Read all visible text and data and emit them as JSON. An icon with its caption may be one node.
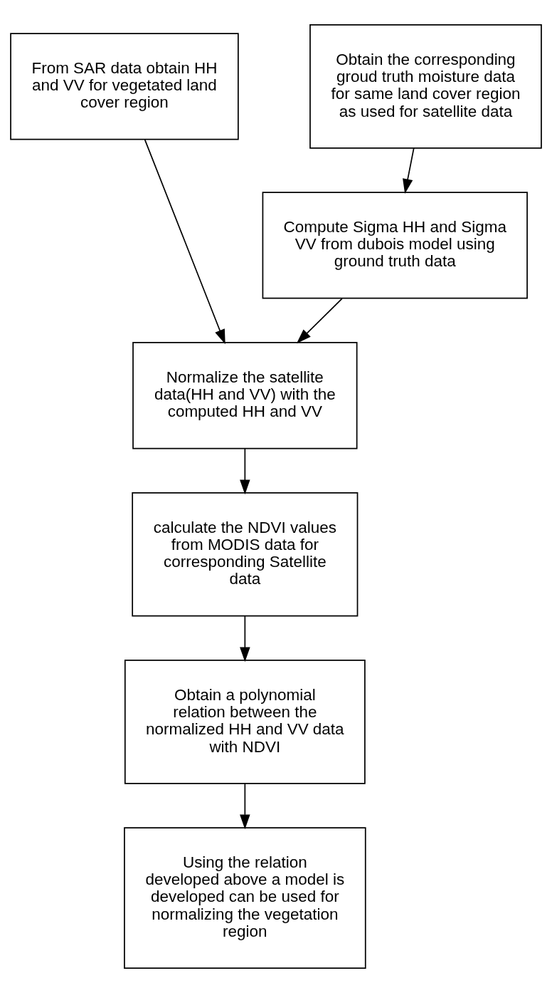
{
  "diagram": {
    "nodes": [
      {
        "text": [
          "From SAR data obtain HH and VV for vegetated land cover region"
        ]
      },
      {
        "text": [
          "Obtain the corresponding groud truth moisture data for same land cover region as used for satellite data"
        ]
      },
      {
        "text": [
          "Compute Sigma HH and Sigma VV from dubois model using ground truth data"
        ]
      },
      {
        "text": [
          "Normalize the satellite data(HH and VV) with the computed HH and VV"
        ]
      },
      {
        "text": [
          "calculate the NDVI values from MODIS data for corresponding Satellite data"
        ]
      },
      {
        "text": [
          "Obtain a polynomial relation between the normalized HH and VV data with NDVI"
        ]
      },
      {
        "text": [
          "Using the relation developed above a model is developed can be used for normalizing the vegetation region"
        ]
      }
    ],
    "edges": [
      {
        "from": 0,
        "to": 3,
        "arrow": "to"
      },
      {
        "from": 1,
        "to": 2,
        "arrow": "to"
      },
      {
        "from": 2,
        "to": 3,
        "arrow": "to"
      },
      {
        "from": 3,
        "to": 4,
        "arrow": "to"
      },
      {
        "from": 4,
        "to": 5,
        "arrow": "to"
      },
      {
        "from": 5,
        "to": 6,
        "arrow": "to"
      }
    ]
  }
}
